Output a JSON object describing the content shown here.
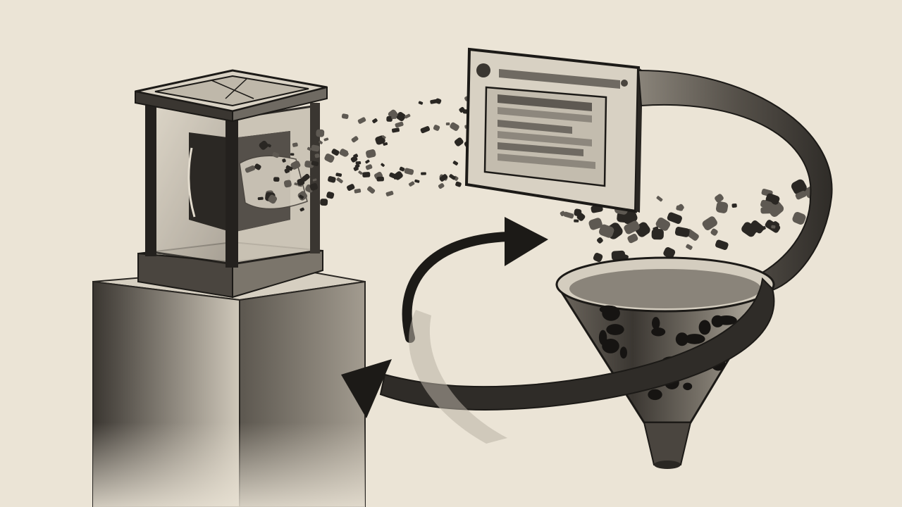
{
  "scene": {
    "description_free": true,
    "palette": {
      "paper": "#ebe4d6",
      "ink": "#1c1a17",
      "mid": "#6f6a62",
      "light": "#b9b2a5"
    },
    "objects": [
      "pedestal",
      "glass-cube",
      "data-particles",
      "browser-window",
      "curved-arrow",
      "funnel",
      "cycle-arrow"
    ]
  }
}
